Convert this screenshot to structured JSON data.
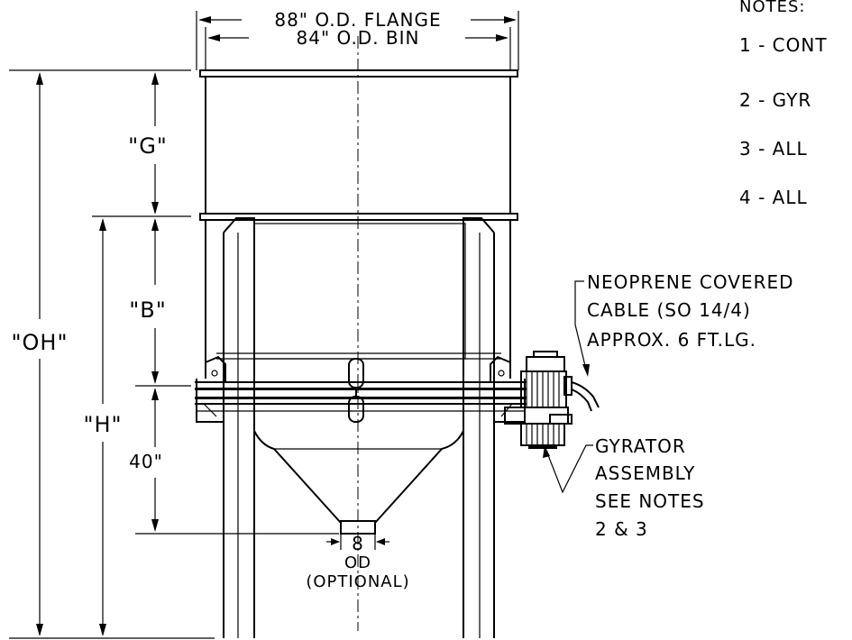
{
  "dimensions": {
    "flange": "88\" O.D. FLANGE",
    "bin": "84\" O.D. BIN",
    "g": "\"G\"",
    "b": "\"B\"",
    "oh": "\"OH\"",
    "h": "\"H\"",
    "forty": "40\"",
    "outlet_size": "8",
    "outlet_od": "OD",
    "outlet_optional": "(OPTIONAL)"
  },
  "callouts": {
    "cable": [
      "NEOPRENE COVERED",
      "CABLE (SO 14/4)",
      "APPROX. 6 FT.LG."
    ],
    "gyrator": [
      "GYRATOR",
      "ASSEMBLY",
      "SEE NOTES",
      "2 & 3"
    ]
  },
  "notes": {
    "title": "NOTES:",
    "items": [
      "1 - CONT",
      "2 - GYR",
      "3 - ALL",
      "4 - ALL"
    ]
  }
}
